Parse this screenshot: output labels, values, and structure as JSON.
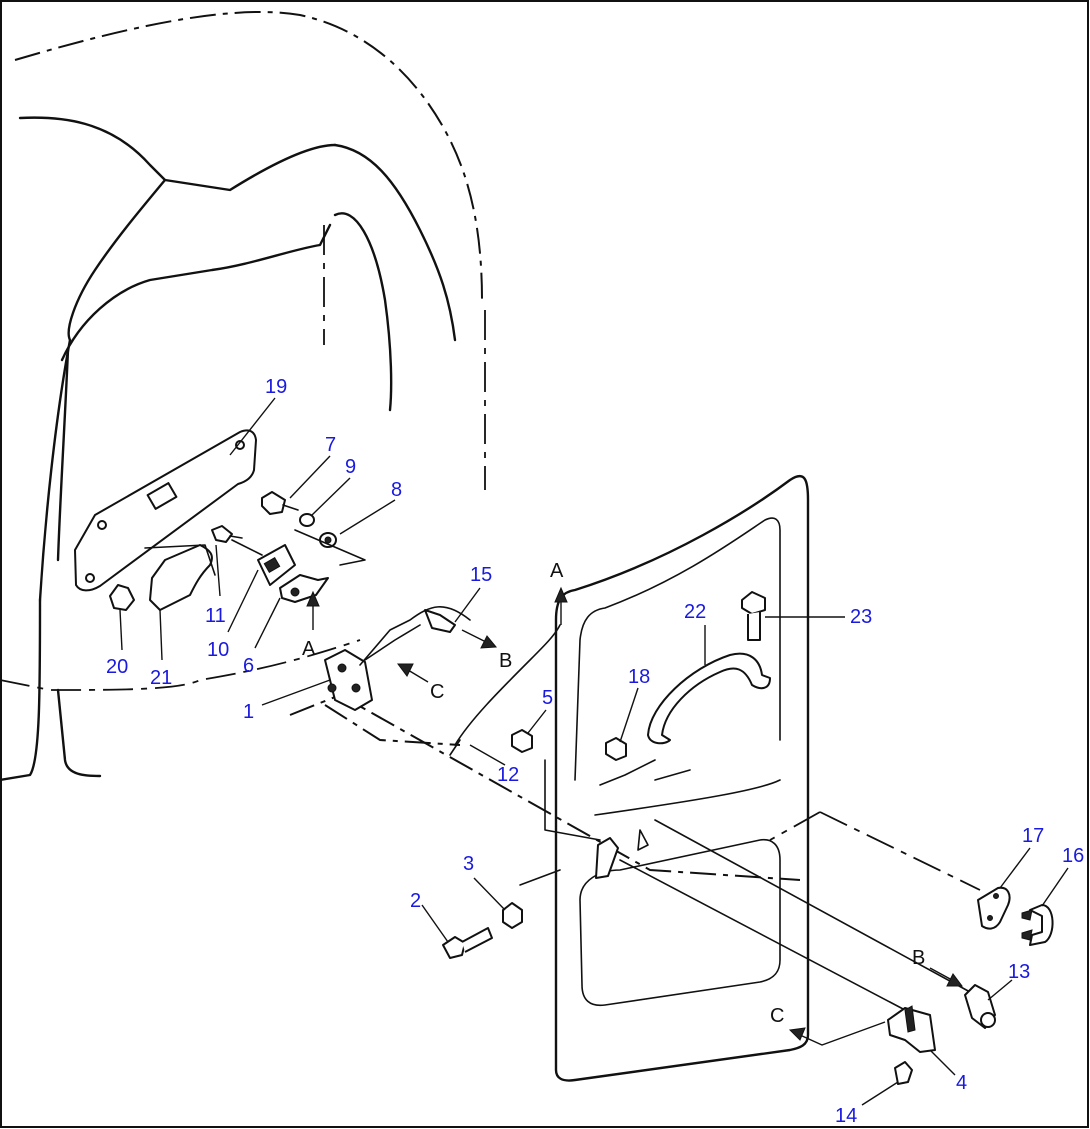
{
  "callouts": [
    {
      "id": "c1",
      "label": "1"
    },
    {
      "id": "c2",
      "label": "2"
    },
    {
      "id": "c3",
      "label": "3"
    },
    {
      "id": "c4",
      "label": "4"
    },
    {
      "id": "c5",
      "label": "5"
    },
    {
      "id": "c6",
      "label": "6"
    },
    {
      "id": "c7",
      "label": "7"
    },
    {
      "id": "c8",
      "label": "8"
    },
    {
      "id": "c9",
      "label": "9"
    },
    {
      "id": "c10",
      "label": "10"
    },
    {
      "id": "c11",
      "label": "11"
    },
    {
      "id": "c12",
      "label": "12"
    },
    {
      "id": "c13",
      "label": "13"
    },
    {
      "id": "c14",
      "label": "14"
    },
    {
      "id": "c15",
      "label": "15"
    },
    {
      "id": "c16",
      "label": "16"
    },
    {
      "id": "c17",
      "label": "17"
    },
    {
      "id": "c18",
      "label": "18"
    },
    {
      "id": "c19",
      "label": "19"
    },
    {
      "id": "c20",
      "label": "20"
    },
    {
      "id": "c21",
      "label": "21"
    },
    {
      "id": "c22",
      "label": "22"
    },
    {
      "id": "c23",
      "label": "23"
    }
  ],
  "view_markers": {
    "a": "A",
    "b": "B",
    "c": "C"
  },
  "colors": {
    "callout": "#1a1adf",
    "line": "#111111"
  }
}
